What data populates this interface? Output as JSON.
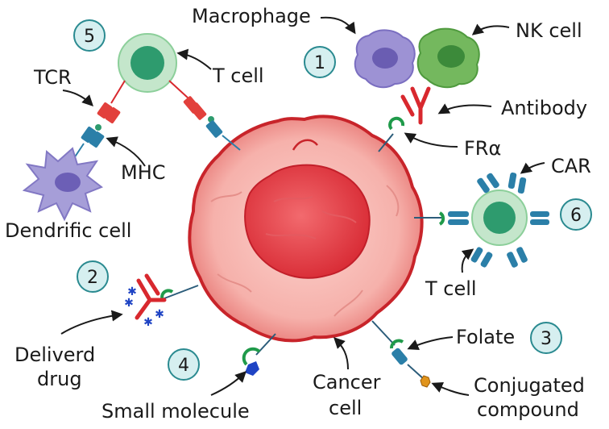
{
  "labels": {
    "macrophage": "Macrophage",
    "nk_cell": "NK cell",
    "antibody": "Antibody",
    "fra": "FRα",
    "car": "CAR",
    "t_cell_top": "T cell",
    "t_cell_right": "T cell",
    "tcr": "TCR",
    "mhc": "MHC",
    "dendritic_cell": "Dendrific cell",
    "delivered_drug_line1": "Deliverd",
    "delivered_drug_line2": "drug",
    "small_molecule": "Small molecule",
    "cancer_cell_line1": "Cancer",
    "cancer_cell_line2": "cell",
    "folate": "Folate",
    "conjugated_line1": "Conjugated",
    "conjugated_line2": "compound"
  },
  "numbers": {
    "n1": "1",
    "n2": "2",
    "n3": "3",
    "n4": "4",
    "n5": "5",
    "n6": "6"
  },
  "colors": {
    "cancer_outer": "#f6b3ae",
    "cancer_rim": "#c8242a",
    "nucleus": "#e8404a",
    "tcell_outer": "#bfe3c6",
    "tcell_inner": "#2e9b6e",
    "antibody_red": "#d8282e",
    "receptor_blue": "#2b7fa8",
    "fra_green": "#1f9a4a",
    "circle_fill": "#d6eff0",
    "circle_stroke": "#2a8a90",
    "macrophage": "#9a8fd0",
    "nk": "#6fb65a",
    "dendritic": "#a29ad8",
    "drug_blue": "#1f44c4",
    "compound_orange": "#e0941c"
  }
}
